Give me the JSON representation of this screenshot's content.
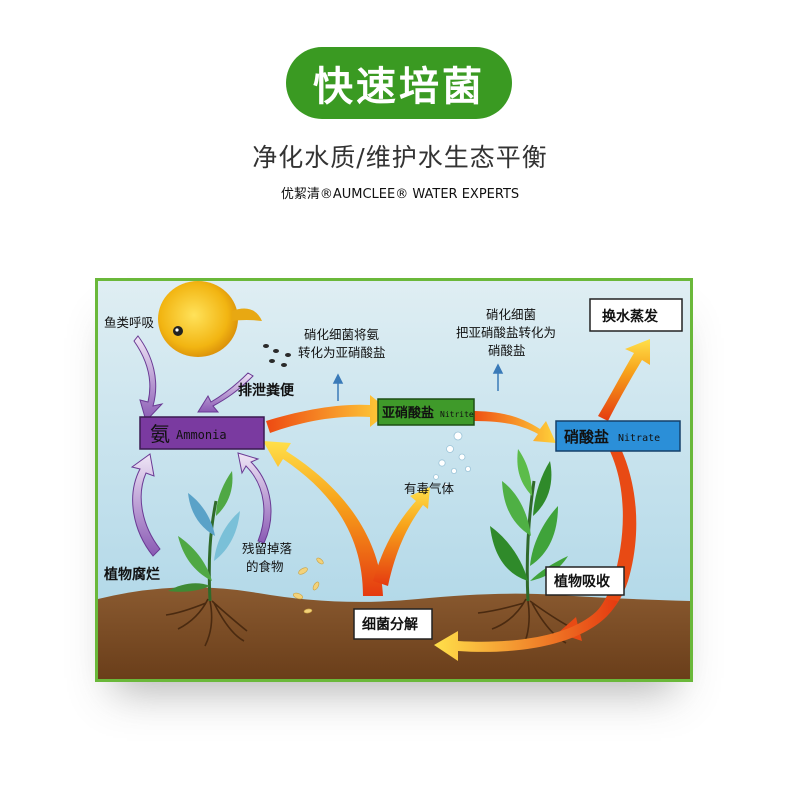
{
  "header": {
    "title": "快速培菌",
    "subtitle": "净化水质/维护水生态平衡",
    "brand_line": "优絜清®AUMCLEE® WATER EXPERTS"
  },
  "diagram": {
    "ammonia_cn": "氨",
    "ammonia_en": "Ammonia",
    "nitrite_cn": "亚硝酸盐",
    "nitrite_en": "Nitrite",
    "nitrate_cn": "硝酸盐",
    "nitrate_en": "Nitrate",
    "water_change": "换水蒸发",
    "fish_respiration": "鱼类呼吸",
    "excretion": "排泄粪便",
    "plant_decay": "植物腐烂",
    "leftover_food_line1": "残留掉落",
    "leftover_food_line2": "的食物",
    "toxic_gas": "有毒气体",
    "plant_absorb": "植物吸收",
    "bacteria_decompose": "细菌分解",
    "nitrifying1_line1": "硝化细菌将氨",
    "nitrifying1_line2": "转化为亚硝酸盐",
    "nitrifying2_line1": "硝化细菌",
    "nitrifying2_line2": "把亚硝酸盐转化为",
    "nitrifying2_line3": "硝酸盐"
  },
  "colors": {
    "brand_green": "#3a9a22",
    "frame_green": "#6ab83a",
    "water_blue": "#c6e3ee",
    "soil_brown": "#7a4a22",
    "ammonia_purple": "#7a3aa0",
    "nitrite_green": "#3f9a2a",
    "nitrate_blue": "#2b8fd8"
  }
}
